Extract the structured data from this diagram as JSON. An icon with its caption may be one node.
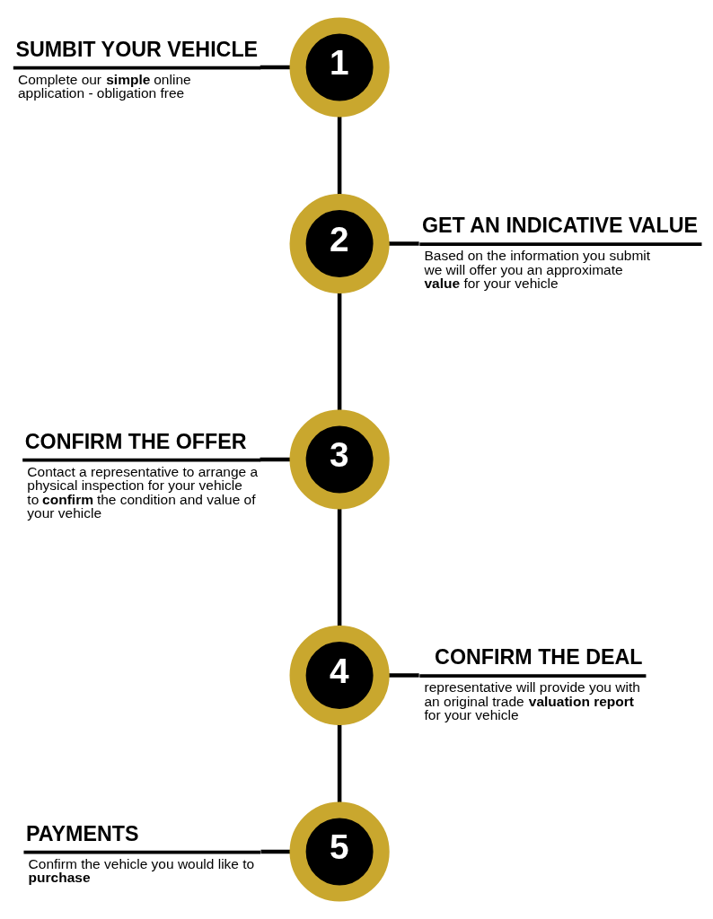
{
  "diagram": {
    "nodes": [
      {
        "text": [
          "SUMBIT YOUR VEHICLE",
          "Complete our **simple** online application - obligation free"
        ]
      },
      {
        "text": [
          "1"
        ]
      },
      {
        "text": [
          "2"
        ]
      },
      {
        "text": [
          "GET AN INDICATIVE VALUE",
          "Based on the information you submit we will offer you an approximate **value** for your vehicle"
        ]
      },
      {
        "text": [
          "CONFIRM THE OFFER",
          "Contact a representative to arrange a physical inspection for your vehicle to **confirm** the condition and value of your vehicle"
        ]
      },
      {
        "text": [
          "3"
        ]
      },
      {
        "text": [
          "4"
        ]
      },
      {
        "text": [
          "CONFIRM THE DEAL",
          "representative will provide you with an original trade **valuation report** for your vehicle"
        ]
      },
      {
        "text": [
          "PAYMENTS",
          "Confirm the vehicle you would like to **purchase**"
        ]
      },
      {
        "text": [
          "5"
        ]
      }
    ],
    "edges": [
      {
        "from": 0,
        "to": 1,
        "arrow": "none"
      },
      {
        "from": 1,
        "to": 2,
        "arrow": "none"
      },
      {
        "from": 2,
        "to": 3,
        "arrow": "none"
      },
      {
        "from": 2,
        "to": 5,
        "arrow": "none"
      },
      {
        "from": 4,
        "to": 5,
        "arrow": "none"
      },
      {
        "from": 5,
        "to": 6,
        "arrow": "none"
      },
      {
        "from": 6,
        "to": 7,
        "arrow": "none"
      },
      {
        "from": 6,
        "to": 9,
        "arrow": "none"
      },
      {
        "from": 8,
        "to": 9,
        "arrow": "none"
      }
    ]
  }
}
